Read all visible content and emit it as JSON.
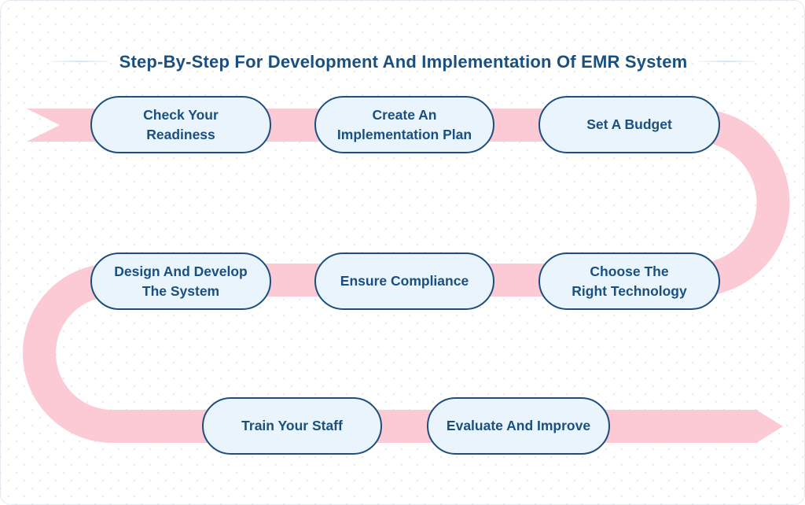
{
  "page": {
    "title": "Step-By-Step For Development And Implementation Of EMR System"
  },
  "colors": {
    "ribbon_pink": "#FBCAD5",
    "pill_fill": "#E9F4FC",
    "pill_border": "#1D4E7E",
    "title_navy": "#1A5080",
    "divider_blue": "#D9E6F2",
    "background": "#FFFFFF",
    "dot_pattern": "#E8ECF2"
  },
  "diagram": {
    "type": "snake-flow",
    "direction": "left-to-right, serpentine, ends with right arrow",
    "steps": [
      {
        "order": 1,
        "label": "Check Your Readiness",
        "lines": [
          "Check Your",
          "Readiness"
        ]
      },
      {
        "order": 2,
        "label": "Create An Implementation Plan",
        "lines": [
          "Create An",
          "Implementation Plan"
        ]
      },
      {
        "order": 3,
        "label": "Set A Budget",
        "lines": [
          "Set A Budget"
        ]
      },
      {
        "order": 4,
        "label": "Design And Develop The System",
        "lines": [
          "Design And Develop",
          "The System"
        ]
      },
      {
        "order": 5,
        "label": "Ensure Compliance",
        "lines": [
          "Ensure Compliance"
        ]
      },
      {
        "order": 6,
        "label": "Choose The Right Technology",
        "lines": [
          "Choose The",
          "Right Technology"
        ]
      },
      {
        "order": 7,
        "label": "Train Your Staff",
        "lines": [
          "Train Your Staff"
        ]
      },
      {
        "order": 8,
        "label": "Evaluate And Improve",
        "lines": [
          "Evaluate And Improve"
        ]
      }
    ]
  }
}
